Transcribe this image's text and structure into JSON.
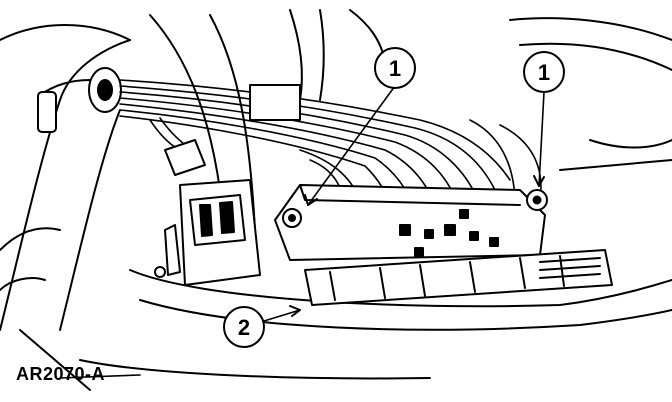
{
  "figure": {
    "id_label": "AR2070-A"
  },
  "callouts": [
    {
      "number": "1",
      "target": "nut-left"
    },
    {
      "number": "1",
      "target": "nut-right"
    },
    {
      "number": "2",
      "target": "harness-retainer"
    }
  ],
  "colors": {
    "ink": "#000000",
    "paper": "#ffffff"
  }
}
